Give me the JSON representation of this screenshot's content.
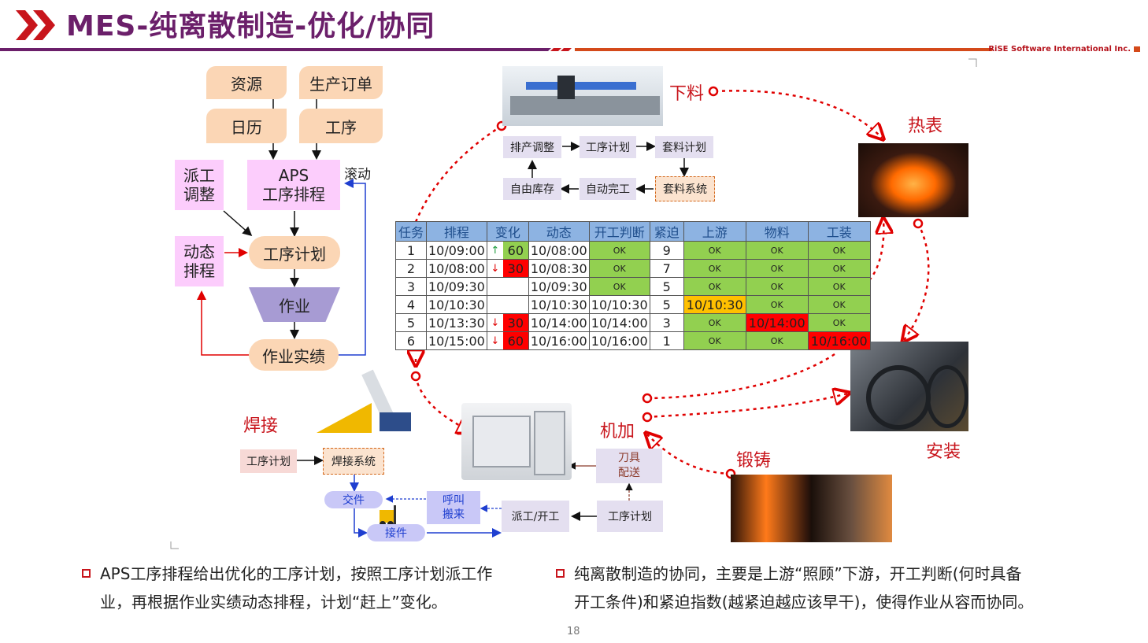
{
  "header": {
    "title": "MES-纯离散制造-优化/协同",
    "company": "RiSE Software International Inc."
  },
  "left_flow": {
    "resource": "资源",
    "production_order": "生产订单",
    "calendar": "日历",
    "process": "工序",
    "aps": "APS",
    "aps_sub": "工序排程",
    "rolling": "滚动",
    "dispatch_adjust": [
      "派工",
      "调整"
    ],
    "process_plan": "工序计划",
    "dynamic_schedule": [
      "动态",
      "排程"
    ],
    "operation": "作业",
    "actual": "作业实绩"
  },
  "cutting_flow": {
    "schedule_adjust": "排产调整",
    "process_plan": "工序计划",
    "nesting_plan": "套料计划",
    "free_inventory": "自由库存",
    "auto_complete": "自动完工",
    "nesting_system": "套料系统"
  },
  "stations": {
    "cutting": "下料",
    "heat_treatment": "热表",
    "assembly": "安装",
    "forging": "锻铸",
    "machining": "机加",
    "welding": "焊接"
  },
  "welding_flow": {
    "process_plan": "工序计划",
    "welding_system": "焊接系统",
    "deliver": "交件",
    "call_transport": [
      "呼叫",
      "搬来"
    ],
    "dispatch_start": "派工/开工",
    "receive": "接件",
    "process_plan_2": "工序计划",
    "tool_delivery": [
      "刀具",
      "配送"
    ]
  },
  "table": {
    "headers": [
      "任务",
      "排程",
      "变化",
      "动态",
      "开工判断",
      "紧迫",
      "上游",
      "物料",
      "工装"
    ],
    "rows": [
      {
        "task": "1",
        "schedule": "10/09:00",
        "arrow": "↑",
        "change": "60",
        "dynamic": "10/08:00",
        "start": "OK",
        "urgency": "9",
        "upstream": "OK",
        "material": "OK",
        "tooling": "OK"
      },
      {
        "task": "2",
        "schedule": "10/08:00",
        "arrow": "↓",
        "change": "30",
        "dynamic": "10/08:30",
        "start": "OK",
        "urgency": "7",
        "upstream": "OK",
        "material": "OK",
        "tooling": "OK"
      },
      {
        "task": "3",
        "schedule": "10/09:30",
        "arrow": "",
        "change": "",
        "dynamic": "10/09:30",
        "start": "OK",
        "urgency": "5",
        "upstream": "OK",
        "material": "OK",
        "tooling": "OK"
      },
      {
        "task": "4",
        "schedule": "10/10:30",
        "arrow": "",
        "change": "",
        "dynamic": "10/10:30",
        "start": "10/10:30",
        "urgency": "5",
        "upstream": "10/10:30",
        "material": "OK",
        "tooling": "OK"
      },
      {
        "task": "5",
        "schedule": "10/13:30",
        "arrow": "↓",
        "change": "30",
        "dynamic": "10/14:00",
        "start": "10/14:00",
        "urgency": "3",
        "upstream": "OK",
        "material": "10/14:00",
        "tooling": "OK"
      },
      {
        "task": "6",
        "schedule": "10/15:00",
        "arrow": "↓",
        "change": "60",
        "dynamic": "10/16:00",
        "start": "10/16:00",
        "urgency": "1",
        "upstream": "OK",
        "material": "OK",
        "tooling": "10/16:00"
      }
    ]
  },
  "bullets": {
    "left": [
      "APS工序排程给出优化的工序计划，按照工序计划派工作",
      "业，再根据作业实绩动态排程，计划“赶上”变化。"
    ],
    "right": [
      "纯离散制造的协同，主要是上游“照顾”下游，开工判断(何时具备",
      "开工条件)和紧迫指数(越紧迫越应该早干)，使得作业从容而协同。"
    ]
  },
  "page_number": "18",
  "colors": {
    "title": "#6b1f6a",
    "accent_red": "#c8151c",
    "ok_green": "#92d050",
    "warn_yellow": "#ffc000",
    "alert_red": "#ff0000",
    "table_header": "#8db3e2"
  }
}
